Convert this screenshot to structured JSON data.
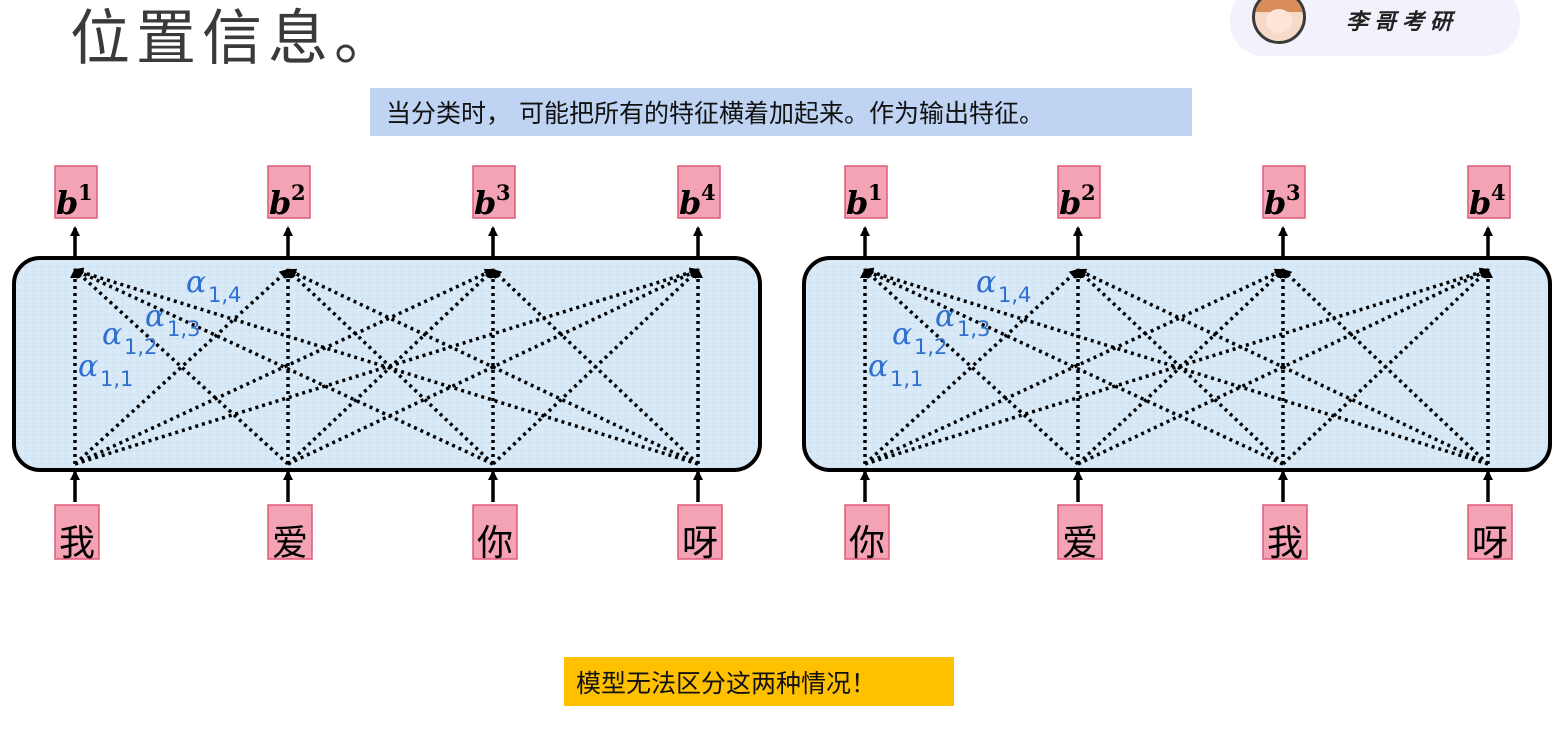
{
  "title": "位置信息。",
  "badge": {
    "text": "李哥考研",
    "avatar_icon": "avatar-icon"
  },
  "banner": "当分类时， 可能把所有的特征横着加起来。作为输出特征。",
  "note": "模型无法区分这两种情况！",
  "colors": {
    "box_fill": "#d7e8f6",
    "label_fill": "#f4a3b4",
    "label_border": "#e05a78",
    "alpha": "#2f6fcf",
    "banner": "#bfd3f2",
    "note": "#ffc000"
  },
  "diagrams": [
    {
      "outputs": [
        {
          "base": "b",
          "sup": "1"
        },
        {
          "base": "b",
          "sup": "2"
        },
        {
          "base": "b",
          "sup": "3"
        },
        {
          "base": "b",
          "sup": "4"
        }
      ],
      "inputs": [
        "我",
        "爱",
        "你",
        "呀"
      ],
      "alphas": [
        {
          "base": "α",
          "sub": "1,4"
        },
        {
          "base": "α",
          "sub": "1,3"
        },
        {
          "base": "α",
          "sub": "1,2"
        },
        {
          "base": "α",
          "sub": "1,1"
        }
      ]
    },
    {
      "outputs": [
        {
          "base": "b",
          "sup": "1"
        },
        {
          "base": "b",
          "sup": "2"
        },
        {
          "base": "b",
          "sup": "3"
        },
        {
          "base": "b",
          "sup": "4"
        }
      ],
      "inputs": [
        "你",
        "爱",
        "我",
        "呀"
      ],
      "alphas": [
        {
          "base": "α",
          "sub": "1,4"
        },
        {
          "base": "α",
          "sub": "1,3"
        },
        {
          "base": "α",
          "sub": "1,2"
        },
        {
          "base": "α",
          "sub": "1,1"
        }
      ]
    }
  ]
}
